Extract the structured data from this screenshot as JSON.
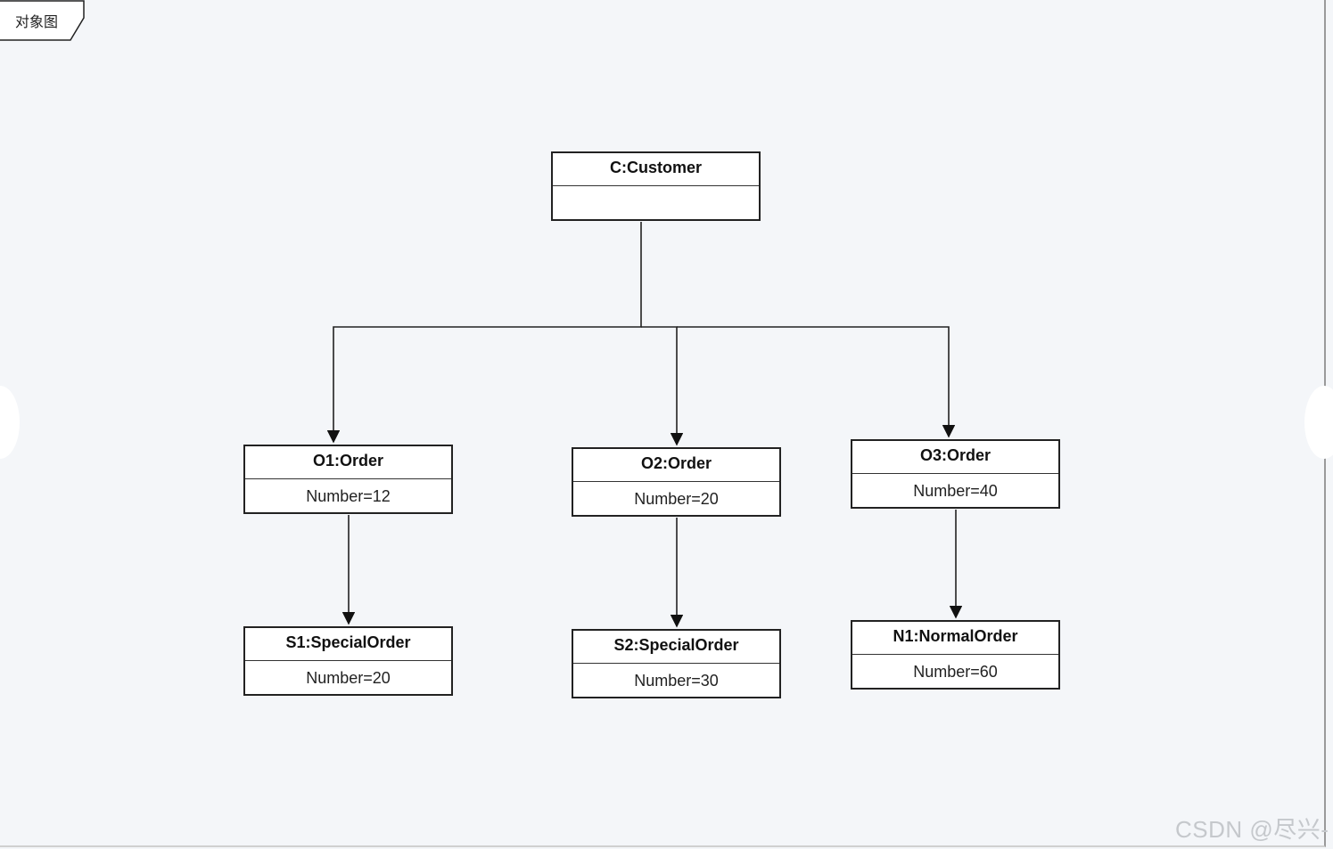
{
  "frame": {
    "label": "对象图"
  },
  "objects": {
    "customer": {
      "name": "C:Customer",
      "attribute": ""
    },
    "o1": {
      "name": "O1:Order",
      "attribute": "Number=12"
    },
    "o2": {
      "name": "O2:Order",
      "attribute": "Number=20"
    },
    "o3": {
      "name": "O3:Order",
      "attribute": "Number=40"
    },
    "s1": {
      "name": "S1:SpecialOrder",
      "attribute": "Number=20"
    },
    "s2": {
      "name": "S2:SpecialOrder",
      "attribute": "Number=30"
    },
    "n1": {
      "name": "N1:NormalOrder",
      "attribute": "Number=60"
    }
  },
  "links": [
    {
      "from": "customer",
      "to": "o1"
    },
    {
      "from": "customer",
      "to": "o2"
    },
    {
      "from": "customer",
      "to": "o3"
    },
    {
      "from": "o1",
      "to": "s1"
    },
    {
      "from": "o2",
      "to": "s2"
    },
    {
      "from": "o3",
      "to": "n1"
    }
  ],
  "watermark": "CSDN @尽兴-"
}
